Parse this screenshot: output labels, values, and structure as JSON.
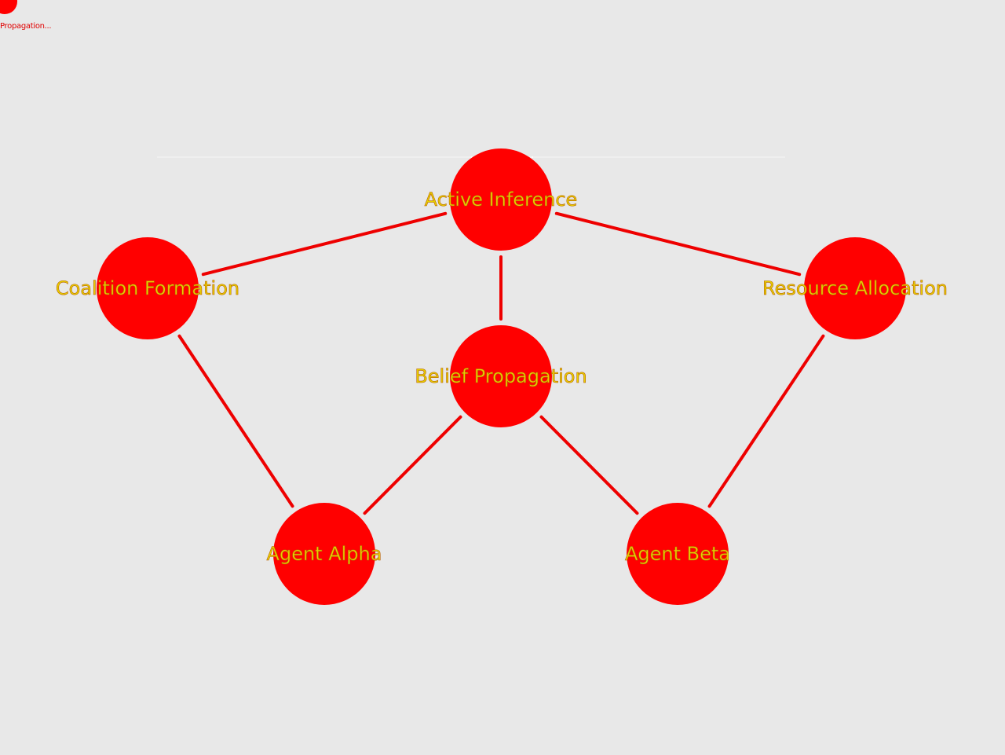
{
  "corner": {
    "label": "Propagation..."
  },
  "graph": {
    "nodes": [
      {
        "id": "active-inference",
        "label": "Active Inference"
      },
      {
        "id": "coalition-formation",
        "label": "Coalition Formation"
      },
      {
        "id": "resource-allocation",
        "label": "Resource Allocation"
      },
      {
        "id": "belief-propagation",
        "label": "Belief Propagation"
      },
      {
        "id": "agent-alpha",
        "label": "Agent Alpha"
      },
      {
        "id": "agent-beta",
        "label": "Agent Beta"
      }
    ],
    "edges": [
      {
        "from": "active-inference",
        "to": "coalition-formation"
      },
      {
        "from": "active-inference",
        "to": "resource-allocation"
      },
      {
        "from": "active-inference",
        "to": "belief-propagation"
      },
      {
        "from": "coalition-formation",
        "to": "agent-alpha"
      },
      {
        "from": "resource-allocation",
        "to": "agent-beta"
      },
      {
        "from": "belief-propagation",
        "to": "agent-alpha"
      },
      {
        "from": "belief-propagation",
        "to": "agent-beta"
      }
    ],
    "colors": {
      "node": "#ff0000",
      "edge": "#ee0000",
      "label": "#e8d000",
      "background": "#e8e8e8"
    }
  }
}
